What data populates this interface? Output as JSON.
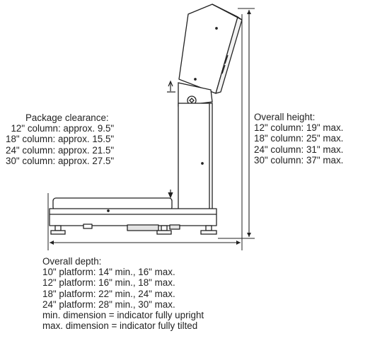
{
  "package_clearance": {
    "title": "Package clearance:",
    "lines": [
      "12\" column: approx. 9.5\"",
      "18\" column: approx. 15.5\"",
      "24\" column: approx. 21.5\"",
      "30\" column: approx. 27.5\""
    ]
  },
  "overall_height": {
    "title": "Overall height:",
    "lines": [
      "12\" column: 19\" max.",
      "18\" column: 25\" max.",
      "24\" column: 31\" max.",
      "30\" column: 37\" max."
    ]
  },
  "overall_depth": {
    "title": "Overall depth:",
    "lines": [
      "10\" platform: 14\" min., 16\" max.",
      "12\" platform: 16\" min., 18\" max.",
      "18\" platform: 22\" min., 24\" max.",
      "24\" platform: 28\" min., 30\" max."
    ],
    "notes": [
      "min. dimension = indicator fully upright",
      "max. dimension = indicator fully tilted"
    ]
  },
  "colors": {
    "line": "#222222",
    "shade": "#cfcfcf"
  }
}
